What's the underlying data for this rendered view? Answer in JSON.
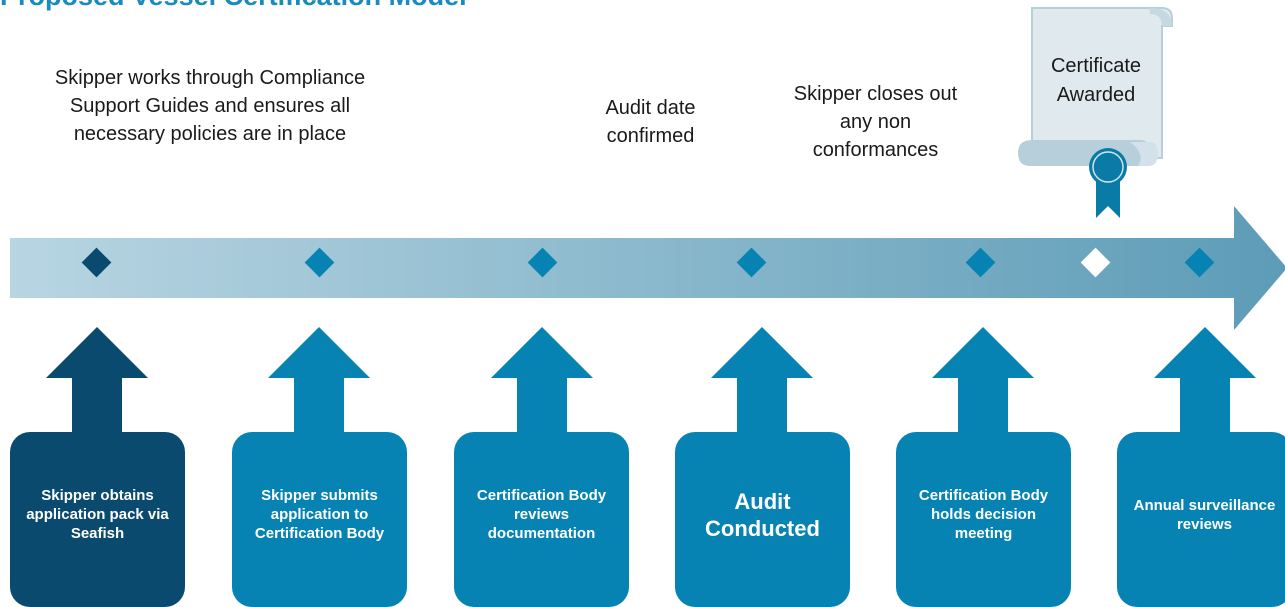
{
  "title": "Proposed Vessel Certification Model",
  "notes": {
    "skipper_works": "Skipper works through Compliance Support Guides and ensures all necessary policies are in place",
    "audit_date": "Audit date confirmed",
    "closes_out": "Skipper closes out any non conformances",
    "certificate": "Certificate Awarded"
  },
  "steps": [
    {
      "label": "Skipper obtains application pack via Seafish",
      "color": "#0a4a6e"
    },
    {
      "label": "Skipper submits application to Certification Body",
      "color": "#0683b3"
    },
    {
      "label": "Certification Body reviews documentation",
      "color": "#0683b3"
    },
    {
      "label": "Audit Conducted",
      "color": "#0683b3"
    },
    {
      "label": "Certification Body holds decision meeting",
      "color": "#0683b3"
    },
    {
      "label": "Annual surveillance reviews",
      "color": "#0683b3"
    }
  ],
  "colors": {
    "dark_blue": "#0a4a6e",
    "mid_blue": "#0683b3",
    "title_blue": "#1a8bbd",
    "arrow_light": "#b8d5e2",
    "arrow_dark": "#5d9cb7",
    "scroll_fill": "#dfe9ee",
    "scroll_shade": "#b7cfdb"
  }
}
